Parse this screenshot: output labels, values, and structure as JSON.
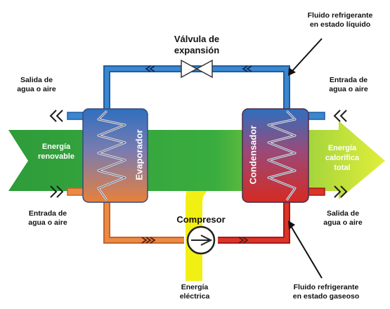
{
  "labels": {
    "valve": "Válvula de\nexpansión",
    "compressor": "Compresor",
    "evaporator": "Evaporador",
    "condenser": "Condensador",
    "renewable": "Energía\nrenovable",
    "total_heat": "Energía\ncalorífica\ntotal",
    "electric": "Energía\neléctrica",
    "liquid_refrigerant": "Fluido refrigerante\nen estado líquido",
    "gas_refrigerant": "Fluido refrigerante\nen estado gaseoso",
    "outlet_left": "Salida de\nagua o aire",
    "inlet_left": "Entrada de\nagua o aire",
    "inlet_right": "Entrada de\nagua o aire",
    "outlet_right": "Salida de\nagua o aire"
  },
  "colors": {
    "pipe_cold": "#2f76c0",
    "pipe_hot": "#d02820",
    "pipe_warm": "#e27a35",
    "renewable_band": "#36a93f",
    "total_band": "#c9e33a",
    "electric": "#f2ef14"
  }
}
